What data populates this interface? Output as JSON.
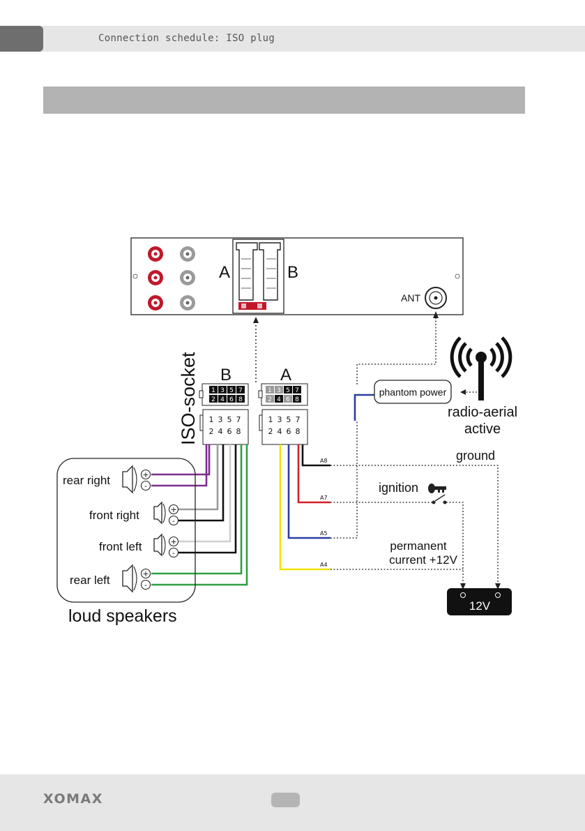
{
  "header": {
    "title": "Connection schedule: ISO plug"
  },
  "unit": {
    "connector_a": "A",
    "connector_b": "B",
    "ant_label": "ANT"
  },
  "socket": {
    "title": "ISO-socket",
    "label_b": "B",
    "label_a": "A",
    "top_row": [
      "1",
      "3",
      "5",
      "7"
    ],
    "bottom_row": [
      "2",
      "4",
      "6",
      "8"
    ]
  },
  "aerial": {
    "phantom_label": "phantom power",
    "label_line1": "radio-aerial",
    "label_line2": "active"
  },
  "wires": {
    "a8": "A8",
    "a7": "A7",
    "a5": "A5",
    "a4": "A4"
  },
  "labels": {
    "ground": "ground",
    "ignition": "ignition",
    "permanent_line1": "permanent",
    "permanent_line2": "current +12V",
    "battery": "12V"
  },
  "speakers": {
    "group_label": "loud speakers",
    "rear_right": "rear right",
    "front_right": "front right",
    "front_left": "front left",
    "rear_left": "rear left"
  },
  "footer": {
    "brand": "XOMAX"
  },
  "colors": {
    "purple": "#7b2d8e",
    "grey": "#9a9a9a",
    "light_grey": "#d0d0d0",
    "green": "#2ea043",
    "yellow": "#f2e200",
    "blue": "#2a3fa0",
    "red": "#d21f2a",
    "black": "#111111",
    "rca_red": "#c0182a"
  }
}
